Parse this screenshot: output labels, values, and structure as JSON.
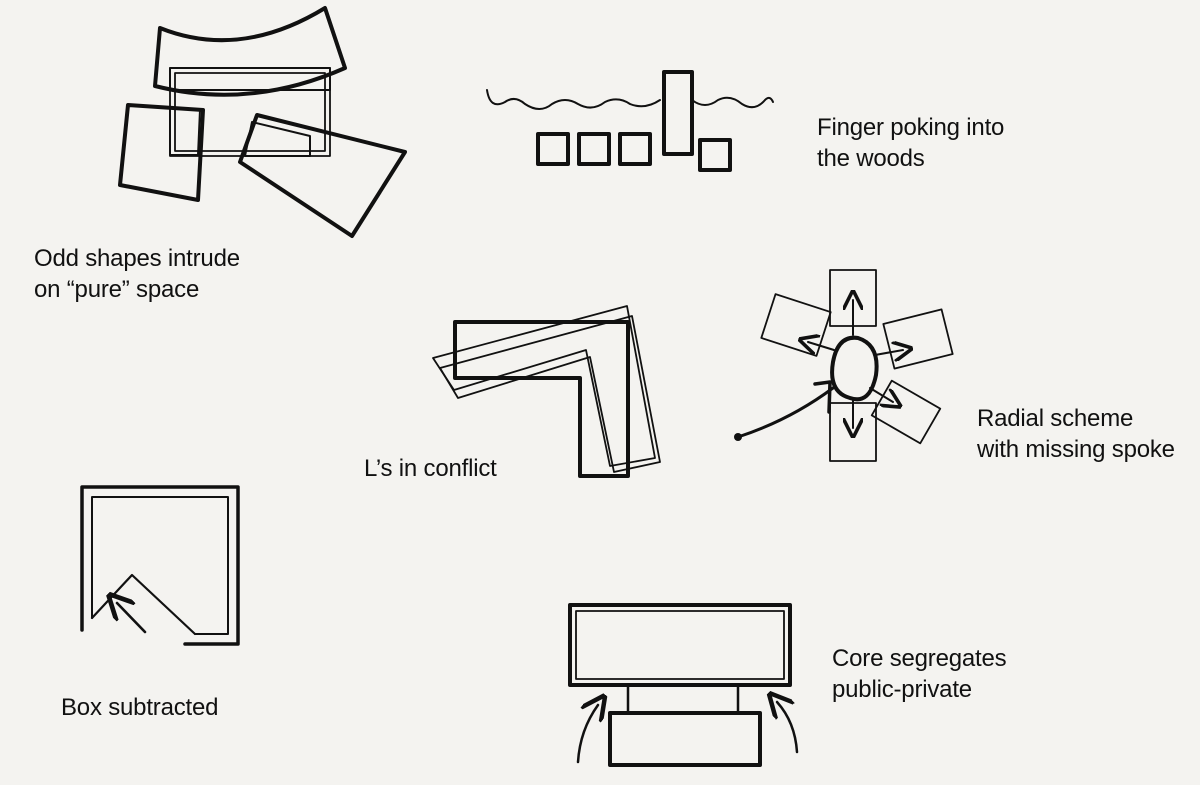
{
  "captions": {
    "odd_shapes": {
      "line1": "Odd shapes intrude",
      "line2": "on “pure” space"
    },
    "finger": {
      "line1": "Finger poking into",
      "line2": "the woods"
    },
    "l_conflict": {
      "line1": "L’s in conflict"
    },
    "radial": {
      "line1": "Radial scheme",
      "line2": "with missing spoke"
    },
    "box_subtracted": {
      "line1": "Box subtracted"
    },
    "core": {
      "line1": "Core segregates",
      "line2": "public-private"
    }
  },
  "colors": {
    "ink": "#111111",
    "paper": "#f4f3f0"
  }
}
